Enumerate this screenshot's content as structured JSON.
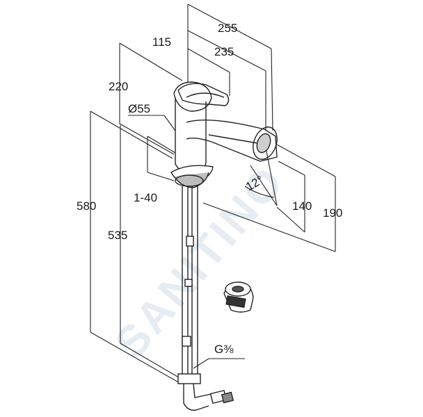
{
  "dimensions": {
    "d255": "255",
    "d115": "115",
    "d235": "235",
    "d220": "220",
    "d55": "Ø55",
    "d12": "12°",
    "d580": "580",
    "d1_40": "1-40",
    "d535": "535",
    "d140": "140",
    "d190": "190",
    "thread": "G⅜"
  },
  "watermark": "SANITINO",
  "colors": {
    "line": "#222222",
    "watermark": "#e6ecf2",
    "background": "#ffffff"
  }
}
